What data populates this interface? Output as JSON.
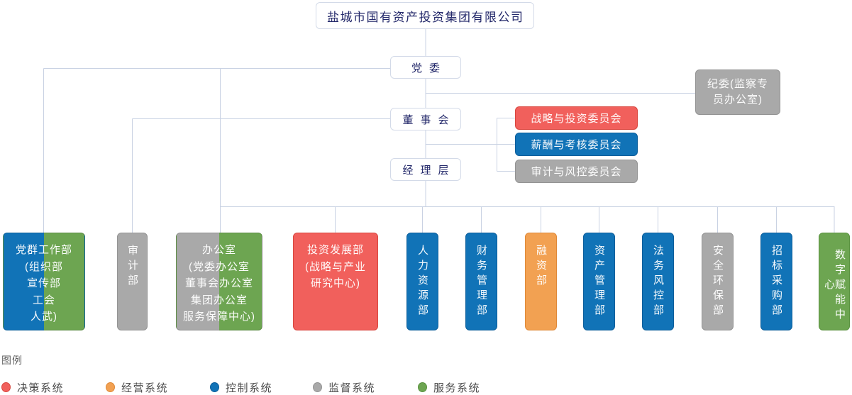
{
  "palette": {
    "decision_red": "#f1605c",
    "decision_red_border": "#d9473f",
    "control_blue": "#1173b7",
    "control_blue_border": "#0c5e9b",
    "operation_orange": "#f2a152",
    "operation_orange_border": "#df8938",
    "supervision_gray": "#a9a9a9",
    "supervision_gray_border": "#949494",
    "service_green": "#6da551",
    "service_green_border": "#5b9341",
    "split_edge": "rgba(0,0,0,0.15)",
    "connector_line": "#c9d2e3",
    "plain_box_border": "#d3dae8",
    "title_text": "#23286a"
  },
  "hierarchy": {
    "root": "盐城市国有资产投资集团有限公司",
    "party_committee": "党委",
    "board": "董事会",
    "management": "经理层",
    "discipline_committee": [
      "纪委(监察专",
      "员办公室)"
    ]
  },
  "board_committees": [
    {
      "label": "战略与投资委员会"
    },
    {
      "label": "薪酬与考核委员会"
    },
    {
      "label": "审计与风控委员会"
    }
  ],
  "departments": [
    {
      "lines": [
        "党群工作部",
        "(组织部",
        "宣传部",
        "工会",
        "人武)"
      ]
    },
    {
      "label": "审计部"
    },
    {
      "lines": [
        "办公室",
        "(党委办公室",
        "董事会办公室",
        "集团办公室",
        "服务保障中心)"
      ]
    },
    {
      "lines": [
        "投资发展部",
        "(战略与产业",
        "研究中心)"
      ]
    },
    {
      "label": "人力资源部"
    },
    {
      "label": "财务管理部"
    },
    {
      "label": "融资部"
    },
    {
      "label": "资产管理部"
    },
    {
      "label": "法务风控部"
    },
    {
      "label": "安全环保部"
    },
    {
      "label": "招标采购部"
    },
    {
      "label": "数字赋能中心"
    }
  ],
  "legend": {
    "title": "图例",
    "items": [
      {
        "label": "决策系统",
        "color": "#f1605c"
      },
      {
        "label": "经营系统",
        "color": "#f2a152"
      },
      {
        "label": "控制系统",
        "color": "#1173b7"
      },
      {
        "label": "监督系统",
        "color": "#a9a9a9"
      },
      {
        "label": "服务系统",
        "color": "#6da551"
      }
    ]
  }
}
